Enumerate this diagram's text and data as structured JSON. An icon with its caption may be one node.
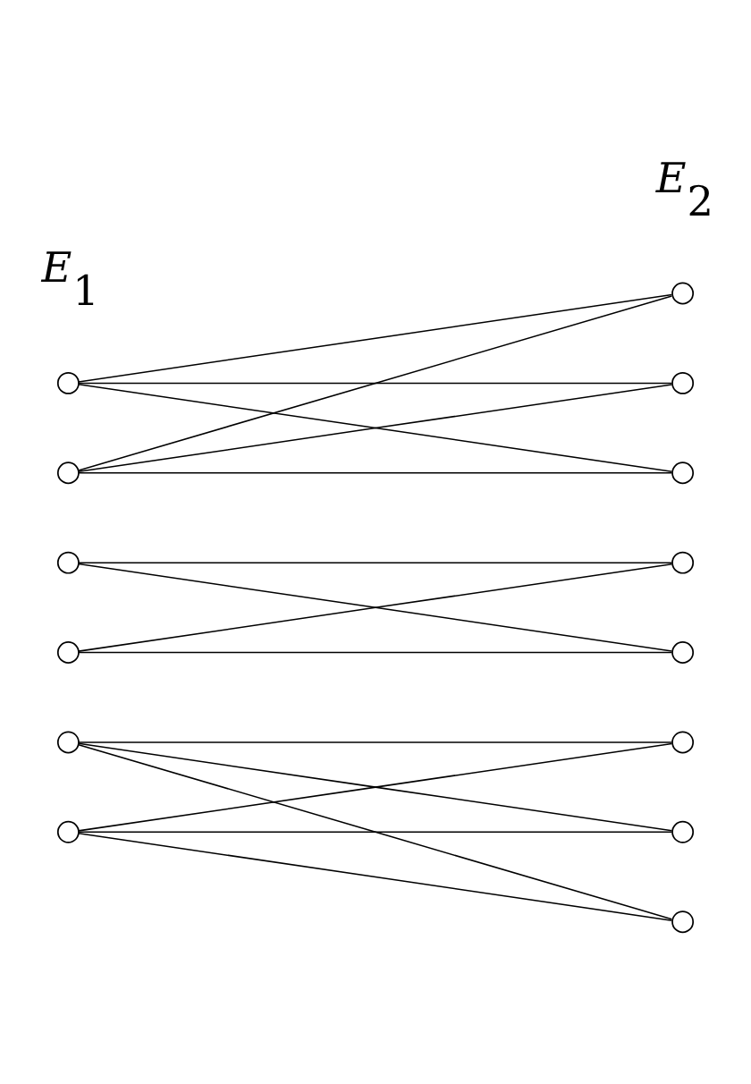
{
  "diagram": {
    "nodes": [
      {
        "text": [],
        "shape": "circle"
      },
      {
        "text": [],
        "shape": "circle"
      },
      {
        "text": [],
        "shape": "circle"
      },
      {
        "text": [],
        "shape": "circle"
      },
      {
        "text": [],
        "shape": "circle"
      },
      {
        "text": [],
        "shape": "circle"
      },
      {
        "text": [],
        "shape": "circle"
      },
      {
        "text": [],
        "shape": "circle"
      },
      {
        "text": [],
        "shape": "circle"
      },
      {
        "text": [],
        "shape": "circle"
      },
      {
        "text": [],
        "shape": "circle"
      },
      {
        "text": [],
        "shape": "circle"
      },
      {
        "text": [],
        "shape": "circle"
      },
      {
        "text": [],
        "shape": "circle"
      }
    ],
    "edges": [
      {
        "from": 0,
        "to": 6,
        "arrow": "none"
      },
      {
        "from": 0,
        "to": 7,
        "arrow": "none"
      },
      {
        "from": 0,
        "to": 8,
        "arrow": "none"
      },
      {
        "from": 1,
        "to": 6,
        "arrow": "none"
      },
      {
        "from": 1,
        "to": 7,
        "arrow": "none"
      },
      {
        "from": 1,
        "to": 8,
        "arrow": "none"
      },
      {
        "from": 2,
        "to": 9,
        "arrow": "none"
      },
      {
        "from": 2,
        "to": 10,
        "arrow": "none"
      },
      {
        "from": 3,
        "to": 9,
        "arrow": "none"
      },
      {
        "from": 3,
        "to": 10,
        "arrow": "none"
      },
      {
        "from": 4,
        "to": 11,
        "arrow": "none"
      },
      {
        "from": 4,
        "to": 12,
        "arrow": "none"
      },
      {
        "from": 4,
        "to": 13,
        "arrow": "none"
      },
      {
        "from": 5,
        "to": 11,
        "arrow": "none"
      },
      {
        "from": 5,
        "to": 12,
        "arrow": "none"
      },
      {
        "from": 5,
        "to": 13,
        "arrow": "none"
      }
    ],
    "labels": [
      "*E*$_{1}$",
      "*E*$_{2}$"
    ]
  }
}
